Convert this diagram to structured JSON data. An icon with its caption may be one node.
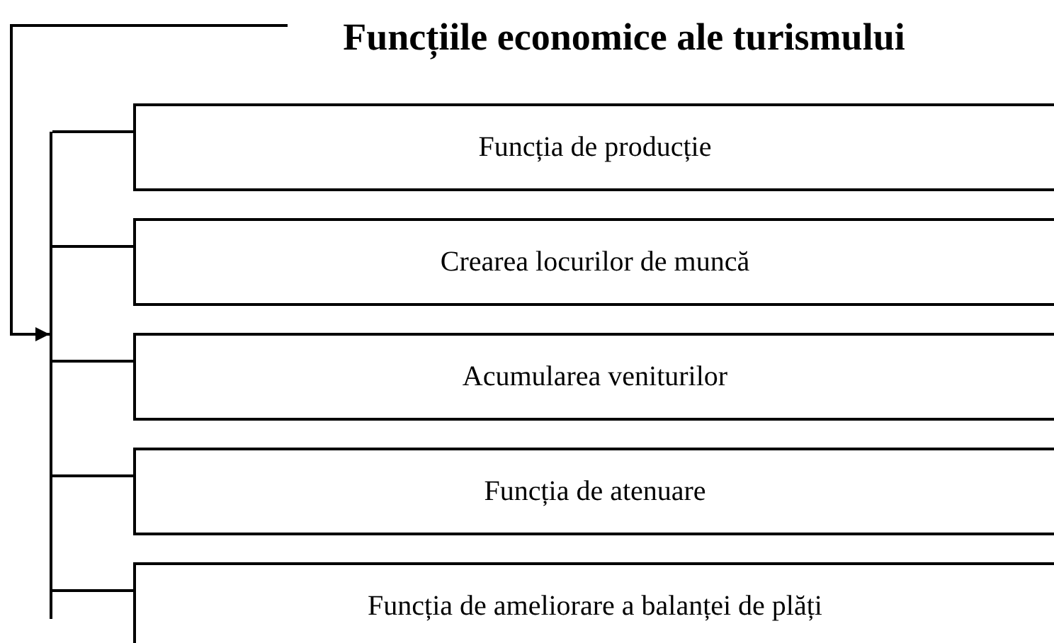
{
  "diagram": {
    "nodes": [
      {
        "text": [
          "Funcțiile economice ale turismului"
        ]
      },
      {
        "text": [],
        "shape": "bar"
      },
      {
        "text": [
          "Funcția de producție"
        ]
      },
      {
        "text": [
          "Crearea locurilor de muncă"
        ]
      },
      {
        "text": [
          "Acumularea veniturilor"
        ]
      },
      {
        "text": [
          "Funcția de atenuare"
        ]
      },
      {
        "text": [
          "Funcția de ameliorare a balanței de plăți"
        ]
      }
    ],
    "edges": [
      {
        "from": 0,
        "to": 1,
        "arrow": "to"
      },
      {
        "from": 1,
        "to": 2,
        "arrow": "none"
      },
      {
        "from": 1,
        "to": 3,
        "arrow": "none"
      },
      {
        "from": 1,
        "to": 4,
        "arrow": "none"
      },
      {
        "from": 1,
        "to": 5,
        "arrow": "none"
      },
      {
        "from": 1,
        "to": 6,
        "arrow": "none"
      }
    ]
  }
}
